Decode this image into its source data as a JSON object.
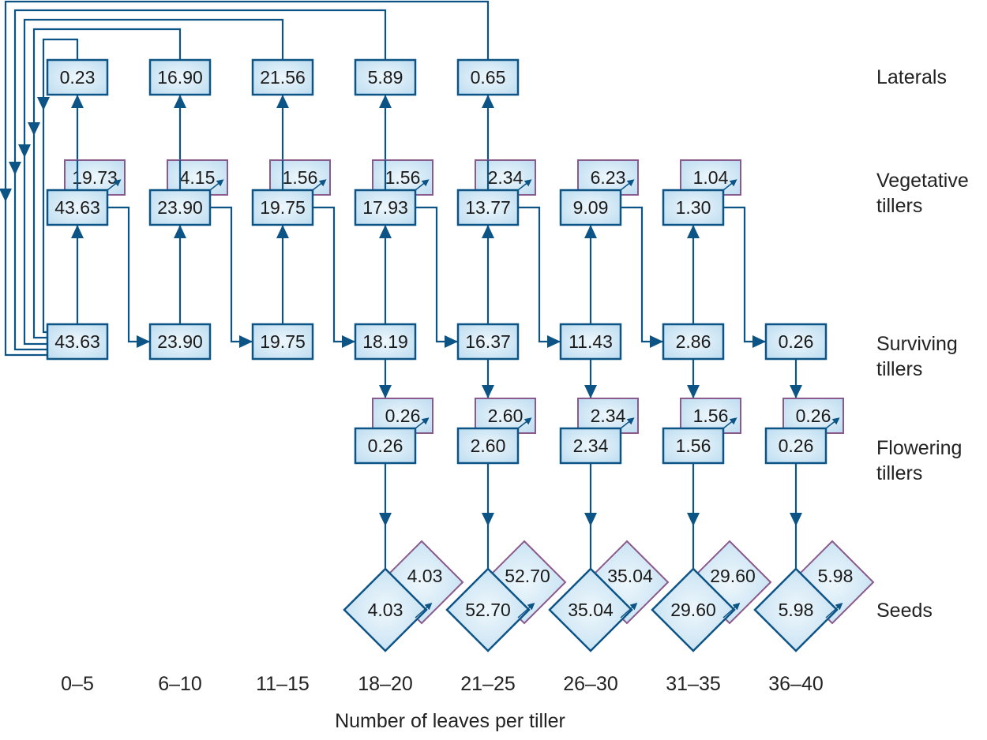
{
  "row_labels": {
    "laterals": "Laterals",
    "vegetative": "Vegetative tillers",
    "surviving": "Surviving tillers",
    "flowering": "Flowering tillers",
    "seeds": "Seeds"
  },
  "x_axis_title": "Number of leaves per tiller",
  "colors": {
    "line": "#0d5486",
    "box_fill": "#bcdcf0",
    "back_border": "#8a5a8c",
    "text": "#1a1a1a"
  },
  "columns": [
    {
      "label": "0–5",
      "laterals": "0.23",
      "veg": "43.63",
      "veg_back": "19.73",
      "surviving": "43.63"
    },
    {
      "label": "6–10",
      "laterals": "16.90",
      "veg": "23.90",
      "veg_back": "4.15",
      "surviving": "23.90"
    },
    {
      "label": "11–15",
      "laterals": "21.56",
      "veg": "19.75",
      "veg_back": "1.56",
      "surviving": "19.75"
    },
    {
      "label": "18–20",
      "laterals": "5.89",
      "veg": "17.93",
      "veg_back": "1.56",
      "surviving": "18.19",
      "flowering": "0.26",
      "flowering_back": "0.26",
      "seeds": "4.03",
      "seeds_back": "4.03"
    },
    {
      "label": "21–25",
      "laterals": "0.65",
      "veg": "13.77",
      "veg_back": "2.34",
      "surviving": "16.37",
      "flowering": "2.60",
      "flowering_back": "2.60",
      "seeds": "52.70",
      "seeds_back": "52.70"
    },
    {
      "label": "26–30",
      "veg": "9.09",
      "veg_back": "6.23",
      "surviving": "11.43",
      "flowering": "2.34",
      "flowering_back": "2.34",
      "seeds": "35.04",
      "seeds_back": "35.04"
    },
    {
      "label": "31–35",
      "veg": "1.30",
      "veg_back": "1.04",
      "surviving": "2.86",
      "flowering": "1.56",
      "flowering_back": "1.56",
      "seeds": "29.60",
      "seeds_back": "29.60"
    },
    {
      "label": "36–40",
      "surviving": "0.26",
      "flowering": "0.26",
      "flowering_back": "0.26",
      "seeds": "5.98",
      "seeds_back": "5.98"
    }
  ]
}
